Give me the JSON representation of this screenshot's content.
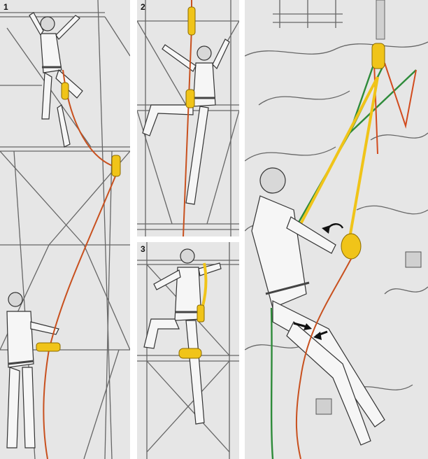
{
  "panels": [
    {
      "number": "1"
    },
    {
      "number": "2"
    },
    {
      "number": "3"
    },
    {
      "number": ""
    }
  ],
  "colors": {
    "background": "#e6e6e6",
    "structure_line": "#666666",
    "rope_orange": "#c8501e",
    "rope_green": "#2e8b3a",
    "gear_yellow": "#f0c419",
    "lanyard_red": "#d24b1e"
  },
  "icons": {
    "arrow": "curved-arrow-icon",
    "pointer": "black-arrow-icon"
  }
}
